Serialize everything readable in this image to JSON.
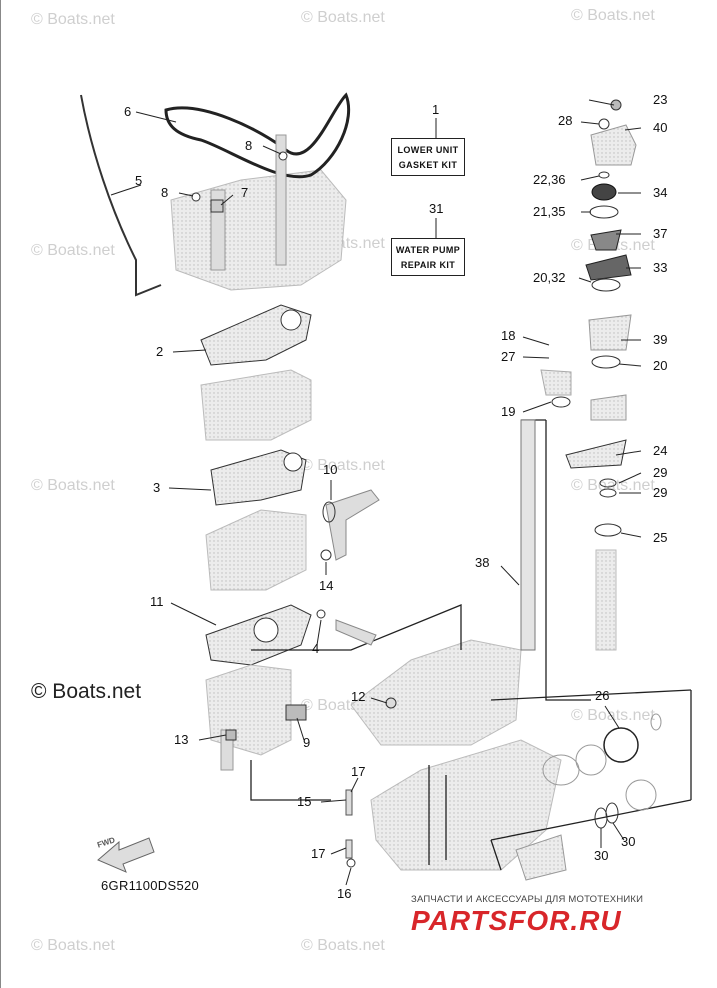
{
  "callouts": [
    {
      "id": "c1",
      "label": "1"
    },
    {
      "id": "c2",
      "label": "2"
    },
    {
      "id": "c3",
      "label": "3"
    },
    {
      "id": "c4",
      "label": "4"
    },
    {
      "id": "c5",
      "label": "5"
    },
    {
      "id": "c6",
      "label": "6"
    },
    {
      "id": "c7",
      "label": "7"
    },
    {
      "id": "c8a",
      "label": "8"
    },
    {
      "id": "c8b",
      "label": "8"
    },
    {
      "id": "c9",
      "label": "9"
    },
    {
      "id": "c10",
      "label": "10"
    },
    {
      "id": "c11",
      "label": "11"
    },
    {
      "id": "c12",
      "label": "12"
    },
    {
      "id": "c13",
      "label": "13"
    },
    {
      "id": "c14",
      "label": "14"
    },
    {
      "id": "c15",
      "label": "15"
    },
    {
      "id": "c16",
      "label": "16"
    },
    {
      "id": "c17a",
      "label": "17"
    },
    {
      "id": "c17b",
      "label": "17"
    },
    {
      "id": "c18",
      "label": "18"
    },
    {
      "id": "c19",
      "label": "19"
    },
    {
      "id": "c20a",
      "label": "20"
    },
    {
      "id": "c20b",
      "label": "20,32"
    },
    {
      "id": "c21",
      "label": "21,35"
    },
    {
      "id": "c22",
      "label": "22,36"
    },
    {
      "id": "c23",
      "label": "23"
    },
    {
      "id": "c24",
      "label": "24"
    },
    {
      "id": "c25",
      "label": "25"
    },
    {
      "id": "c26",
      "label": "26"
    },
    {
      "id": "c27",
      "label": "27"
    },
    {
      "id": "c28",
      "label": "28"
    },
    {
      "id": "c29a",
      "label": "29"
    },
    {
      "id": "c29b",
      "label": "29"
    },
    {
      "id": "c30a",
      "label": "30"
    },
    {
      "id": "c30b",
      "label": "30"
    },
    {
      "id": "c31",
      "label": "31"
    },
    {
      "id": "c33",
      "label": "33"
    },
    {
      "id": "c34",
      "label": "34"
    },
    {
      "id": "c37",
      "label": "37"
    },
    {
      "id": "c38",
      "label": "38"
    },
    {
      "id": "c39",
      "label": "39"
    },
    {
      "id": "c40",
      "label": "40"
    }
  ],
  "kits": {
    "lower_unit": {
      "line1": "LOWER UNIT",
      "line2": "GASKET KIT"
    },
    "water_pump": {
      "line1": "WATER PUMP",
      "line2": "REPAIR KIT"
    }
  },
  "diagram_code": "6GR1100DS520",
  "fwd_label": "FWD",
  "watermark": "© Boats.net",
  "shop": {
    "subtitle": "ЗАПЧАСТИ И АКСЕССУАРЫ ДЛЯ МОТОТЕХНИКИ",
    "logo": "PARTSFOR.RU",
    "color": "#d8262a"
  }
}
